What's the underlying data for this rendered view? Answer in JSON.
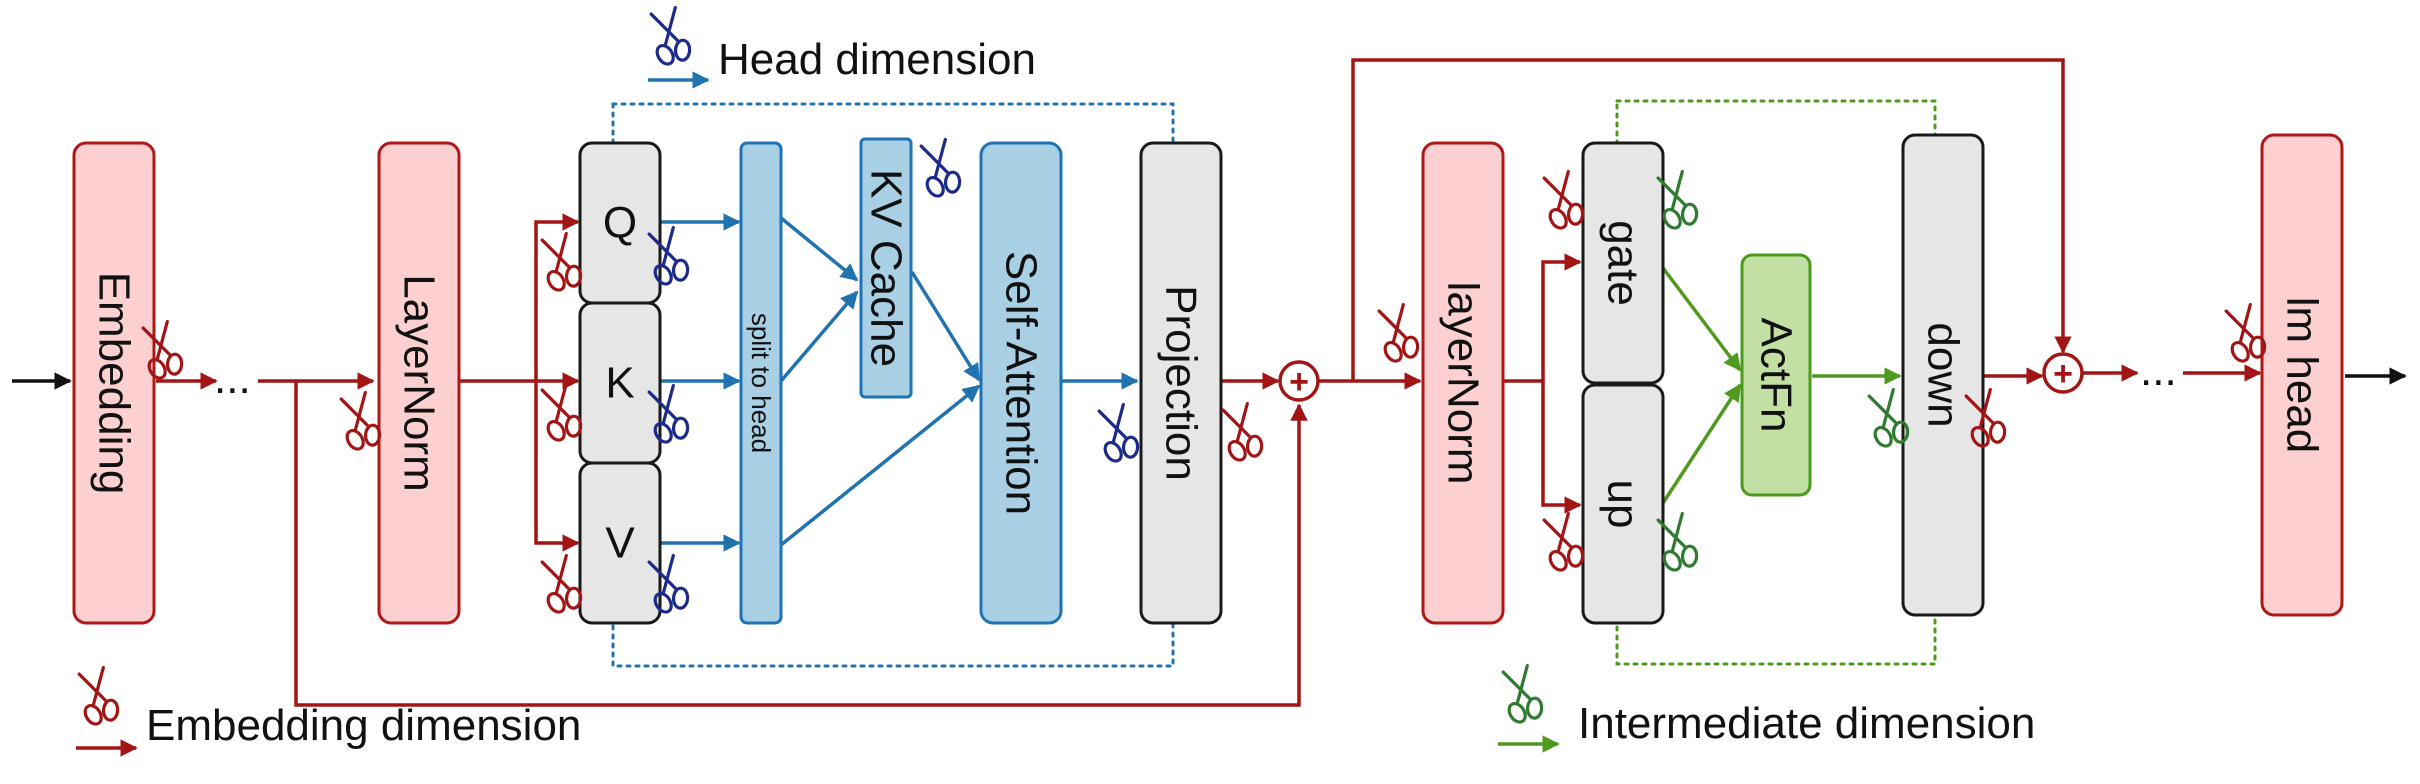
{
  "blocks": {
    "embedding": "Embedding",
    "layernorm_1": "LayerNorm",
    "q": "Q",
    "k": "K",
    "v": "V",
    "split_to_head": "split to head",
    "kv_cache": "KV Cache",
    "self_attention": "Self-Attention",
    "projection": "Projection",
    "layernorm_2": "layerNorm",
    "gate": "gate",
    "up": "up",
    "actfn": "ActFn",
    "down": "down",
    "lm_head": "lm head"
  },
  "ellipsis_1": "...",
  "ellipsis_2": "...",
  "sum_symbol": "+",
  "legend": {
    "head_dimension": "Head dimension",
    "embedding_dimension": "Embedding dimension",
    "intermediate_dimension": "Intermediate dimension"
  },
  "colors": {
    "embedding_dimension": "#a31515",
    "head_dimension": "#2173b0",
    "intermediate_dimension": "#4f9a1e",
    "kv_scissors": "#1c2a8a"
  },
  "icons": {
    "scissors": "scissors-icon",
    "arrow": "arrow-icon"
  }
}
